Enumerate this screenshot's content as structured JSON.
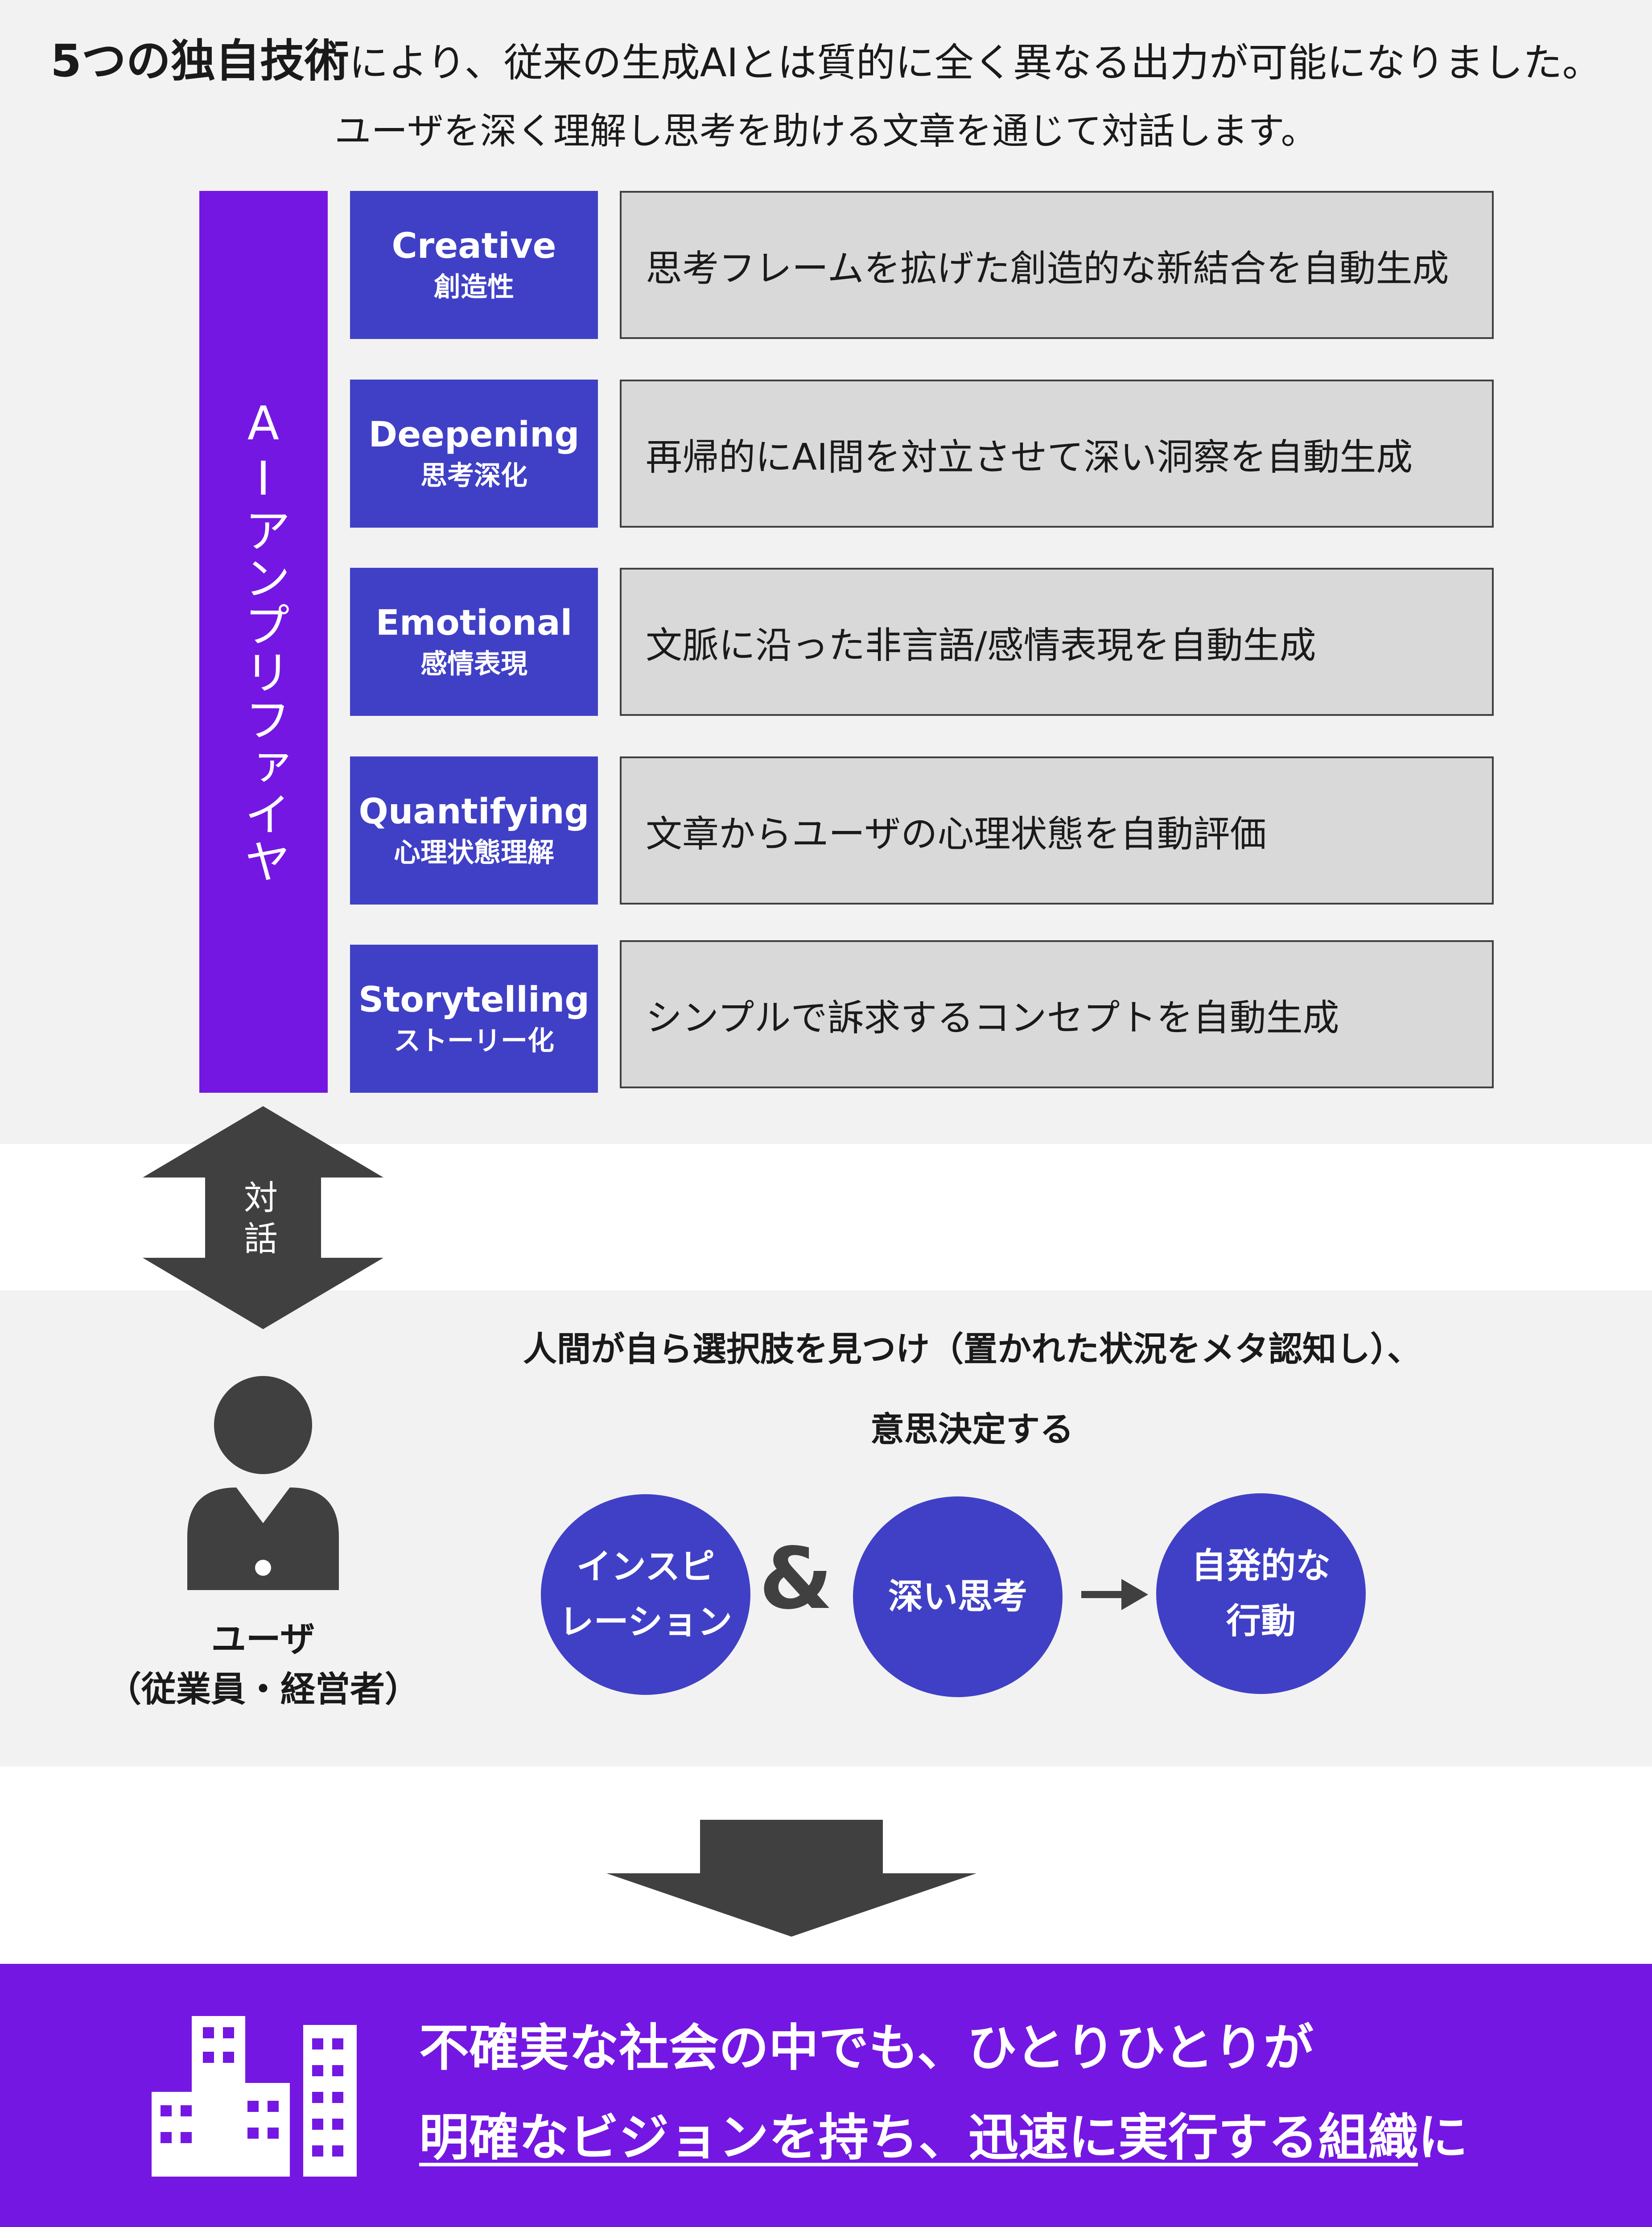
{
  "intro": {
    "line1_bold": "5つの独自技術",
    "line1_rest": "により、従来の生成AIとは質的に全く異なる出力が可能になりました。",
    "line2": "ユーザを深く理解し思考を助ける文章を通じて対話します。"
  },
  "amplifier": {
    "label": "AIアンプリファイヤ"
  },
  "techniques": [
    {
      "en": "Creative",
      "jp": "創造性",
      "desc": "思考フレームを拡げた創造的な新結合を自動生成"
    },
    {
      "en": "Deepening",
      "jp": "思考深化",
      "desc": "再帰的にAI間を対立させて深い洞察を自動生成"
    },
    {
      "en": "Emotional",
      "jp": "感情表現",
      "desc": "文脈に沿った非言語/感情表現を自動生成"
    },
    {
      "en": "Quantifying",
      "jp": "心理状態理解",
      "desc": "文章からユーザの心理状態を自動評価"
    },
    {
      "en": "Storytelling",
      "jp": "ストーリー化",
      "desc": "シンプルで訴求するコンセプトを自動生成"
    }
  ],
  "dialog": {
    "line1": "対",
    "line2": "話"
  },
  "user": {
    "line1": "ユーザ",
    "line2": "（従業員・経営者）"
  },
  "decision": {
    "line1": "人間が自ら選択肢を見つけ（置かれた状況をメタ認知し）、",
    "line2": "意思決定する"
  },
  "circles": {
    "inspiration": {
      "line1": "インスピ",
      "line2": "レーション"
    },
    "amp": "&",
    "deep_thinking": "深い思考",
    "action": {
      "line1": "自発的な",
      "line2": "行動"
    }
  },
  "bottom": {
    "line1": "不確実な社会の中でも、ひとりひとりが",
    "line2_underlined": "明確なビジョンを持ち、迅速に実行する組織",
    "line2_rest": "に"
  },
  "colors": {
    "purple": "#7517e2",
    "blue": "#4040c6",
    "gray_bg": "#f2f2f2",
    "desc_bg": "#d9d9d9",
    "dark": "#404040"
  },
  "icons": [
    "dialog-double-arrow-icon",
    "user-person-icon",
    "right-arrow-icon",
    "down-arrow-icon",
    "building-icon"
  ]
}
